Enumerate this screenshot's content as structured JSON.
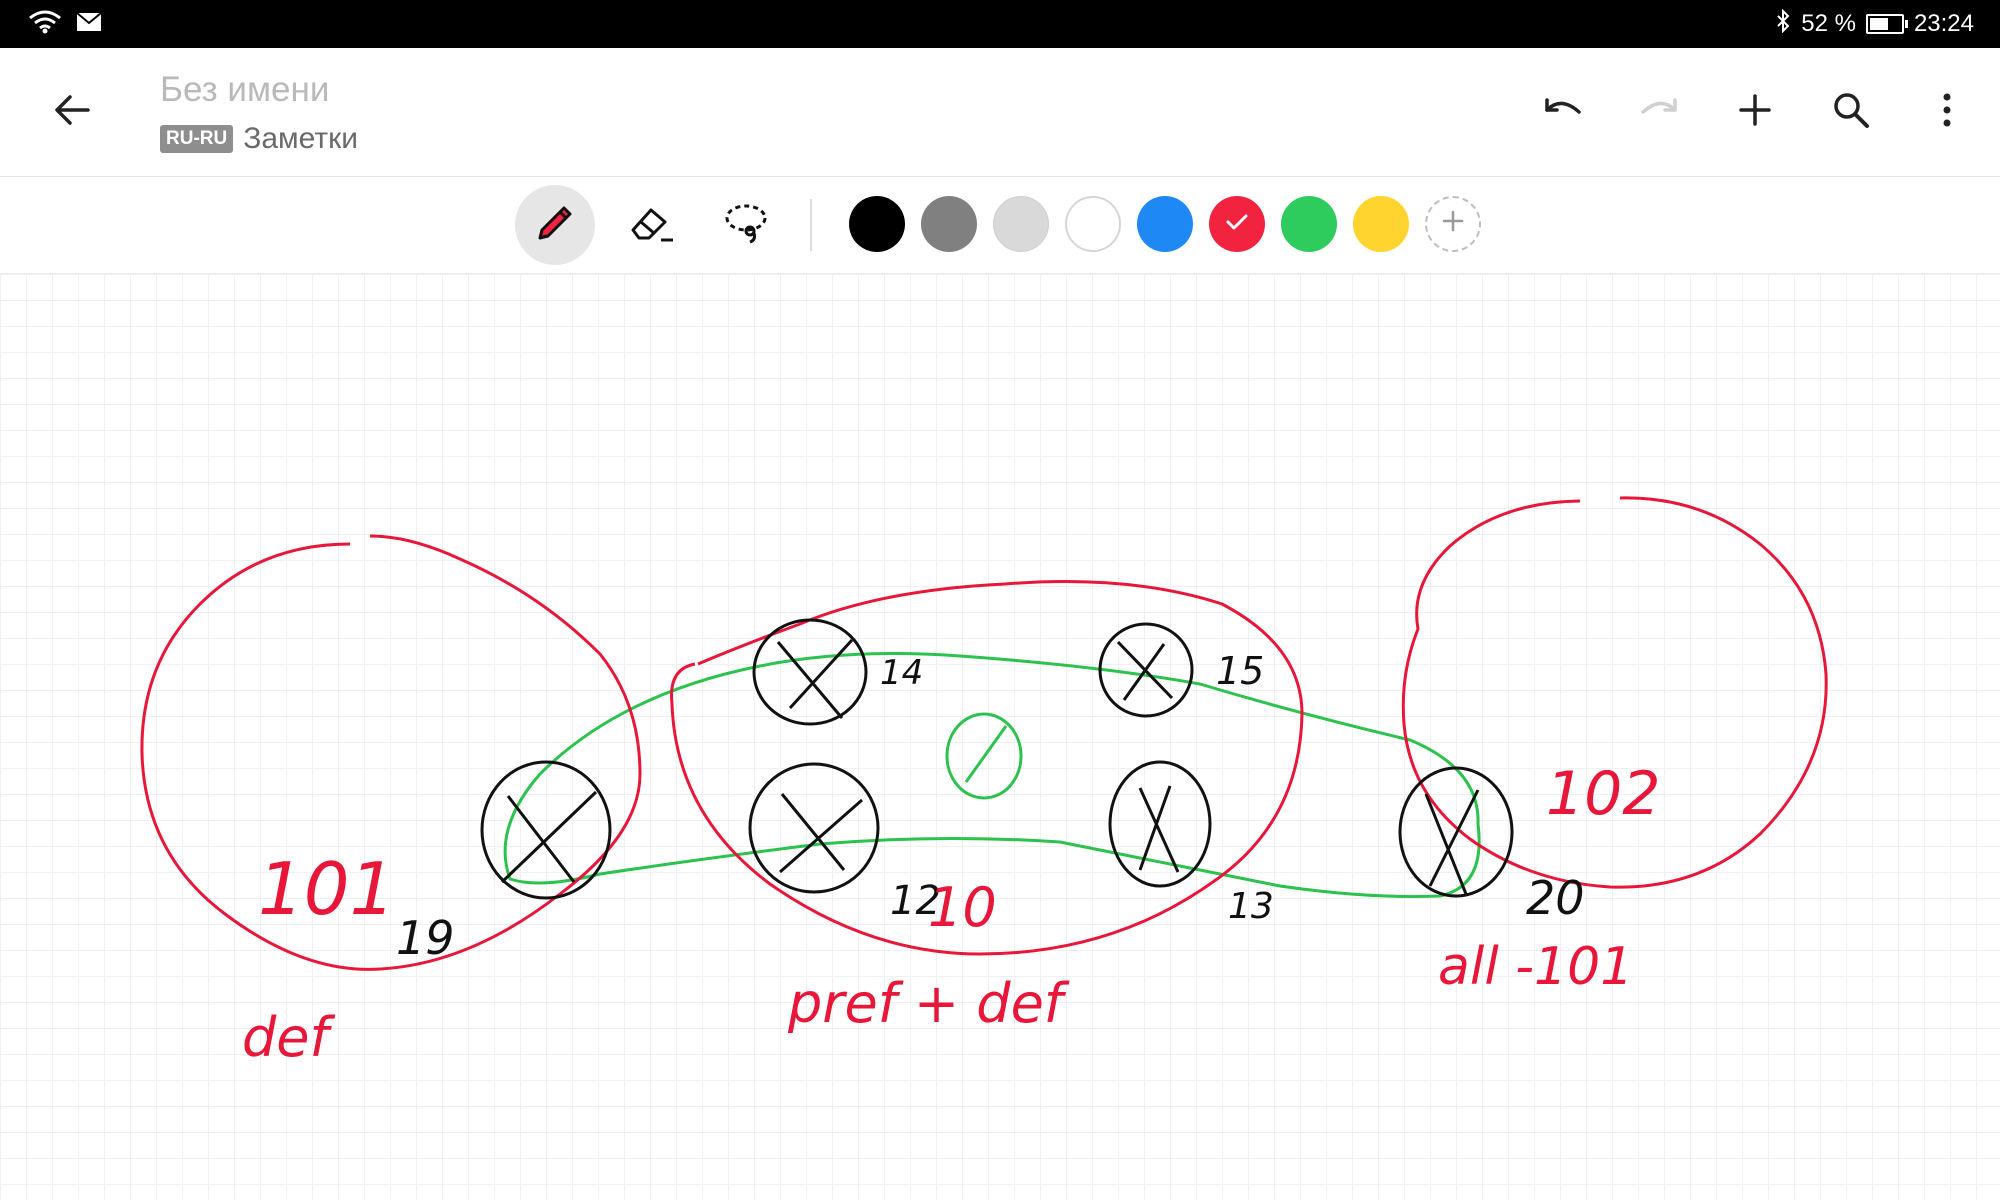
{
  "status_bar": {
    "battery_percent": "52 %",
    "time": "23:24",
    "icons": [
      "wifi-icon",
      "mail-icon",
      "bluetooth-icon",
      "battery-icon"
    ]
  },
  "app_bar": {
    "title": "Без имени",
    "language_badge": "RU-RU",
    "notebook": "Заметки",
    "actions": [
      "back-arrow-icon",
      "undo-icon",
      "redo-icon",
      "plus-icon",
      "search-icon",
      "more-vertical-icon"
    ]
  },
  "toolbar": {
    "tools": [
      "pen-icon",
      "eraser-icon",
      "lasso-icon"
    ],
    "active_tool": "pen",
    "colors": [
      "#000000",
      "#808080",
      "#d9d9d9",
      "#ffffff",
      "#1e88f5",
      "#f2233f",
      "#2ecc5c",
      "#ffd42e"
    ],
    "selected_color": "#f2233f"
  },
  "canvas": {
    "stroke_colors": {
      "ink": "#111111",
      "red": "#e8173a",
      "green": "#2bc24e"
    },
    "node_labels": [
      "14",
      "15",
      "19",
      "12",
      "13",
      "20"
    ],
    "region_labels": [
      "101",
      "10",
      "102"
    ],
    "annotations": [
      "def",
      "pref + def",
      "all -101"
    ]
  }
}
